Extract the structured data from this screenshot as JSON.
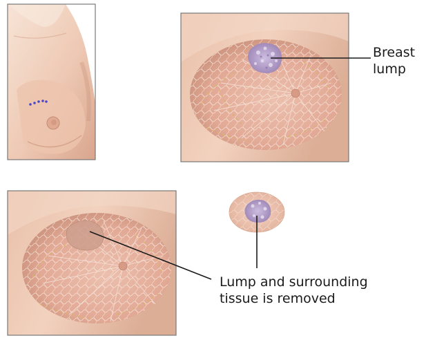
{
  "labels": {
    "breast_lump": [
      "Breast",
      "lump"
    ],
    "lump_removed": [
      "Lump and surrounding",
      "tissue is removed"
    ]
  },
  "colors": {
    "skin_light": "#f4d9c8",
    "skin_mid": "#e9bda6",
    "skin_dark": "#c9957e",
    "breast_tissue": "#e4aa97",
    "fat_lobules": "#d9b36a",
    "ducts": "#f6e3da",
    "lump": "#b7a2c8",
    "incision_mark": "#4a46c8",
    "panel_border": "#777777",
    "leader_line": "#1a1a1a"
  }
}
